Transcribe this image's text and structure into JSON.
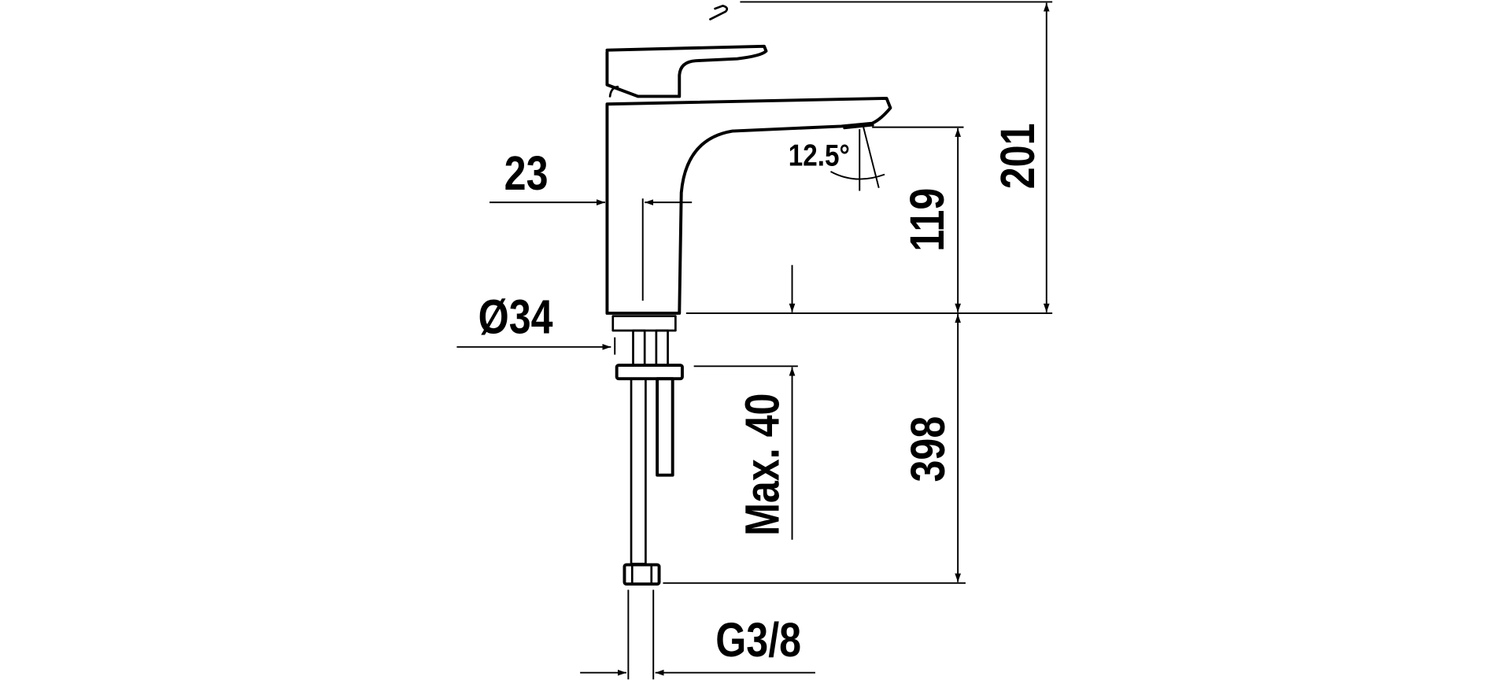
{
  "drawing": {
    "dimensions": {
      "outlet_offset": "23",
      "base_diameter": "Ø34",
      "spout_angle": "12.5°",
      "spout_height": "119",
      "total_height": "201",
      "max_counter_thickness": "Max. 40",
      "hose_length": "398",
      "connection_thread": "G3/8"
    },
    "colors": {
      "line": "#000000",
      "background": "#ffffff"
    }
  }
}
